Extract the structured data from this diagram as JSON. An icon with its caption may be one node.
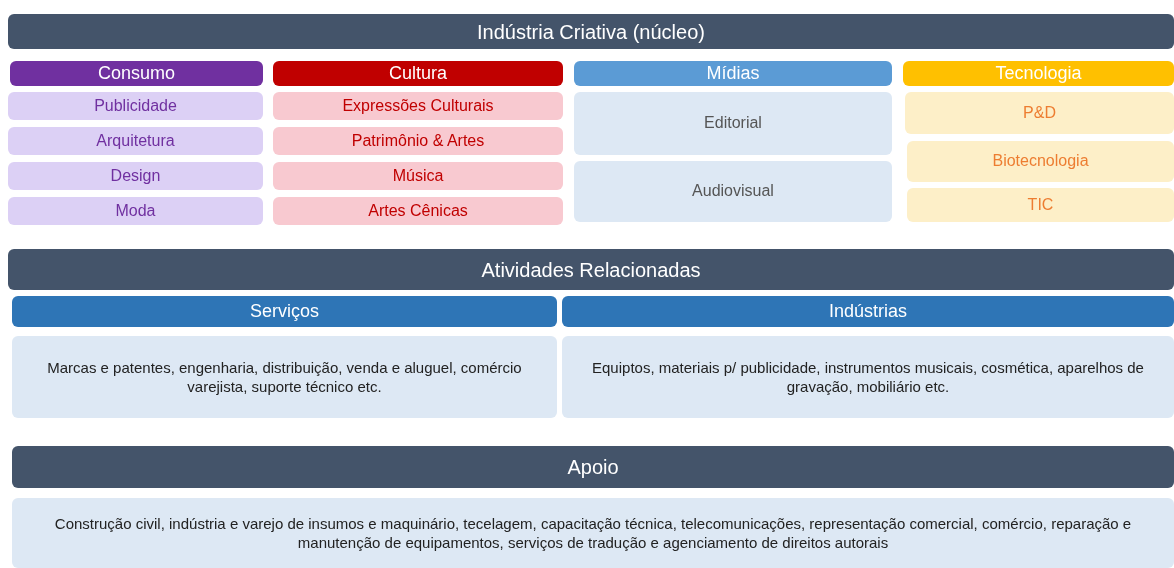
{
  "diagram": {
    "nodes": [
      {
        "text": [
          "Indústria Criativa (núcleo)"
        ]
      },
      {
        "text": [
          "Consumo"
        ]
      },
      {
        "text": [
          "Publicidade"
        ]
      },
      {
        "text": [
          "Arquitetura"
        ]
      },
      {
        "text": [
          "Design"
        ]
      },
      {
        "text": [
          "Moda"
        ]
      },
      {
        "text": [
          "Cultura"
        ]
      },
      {
        "text": [
          "Expressões Culturais"
        ]
      },
      {
        "text": [
          "Patrimônio & Artes"
        ]
      },
      {
        "text": [
          "Música"
        ]
      },
      {
        "text": [
          "Artes Cênicas"
        ]
      },
      {
        "text": [
          "Mídias"
        ]
      },
      {
        "text": [
          "Editorial"
        ]
      },
      {
        "text": [
          "Audiovisual"
        ]
      },
      {
        "text": [
          "Tecnologia"
        ]
      },
      {
        "text": [
          "P&D"
        ]
      },
      {
        "text": [
          "Biotecnologia"
        ]
      },
      {
        "text": [
          "TIC"
        ]
      },
      {
        "text": [
          "Atividades Relacionadas"
        ]
      },
      {
        "text": [
          "Serviços"
        ]
      },
      {
        "text": [
          "Indústrias"
        ]
      },
      {
        "text": [
          "Marcas e patentes, engenharia, distribuição, venda e aluguel, comércio varejista, suporte técnico etc."
        ]
      },
      {
        "text": [
          "Equiptos, materiais p/ publicidade, instrumentos musicais, cosmética, aparelhos de gravação, mobiliário etc."
        ]
      },
      {
        "text": [
          "Apoio"
        ]
      },
      {
        "text": [
          "Construção civil, indústria e varejo de insumos e maquinário, tecelagem, capacitação técnica, telecomunicações, representação comercial, comércio, reparação e manutenção de equipamentos, serviços de tradução e agenciamento de direitos autorais"
        ]
      }
    ]
  }
}
